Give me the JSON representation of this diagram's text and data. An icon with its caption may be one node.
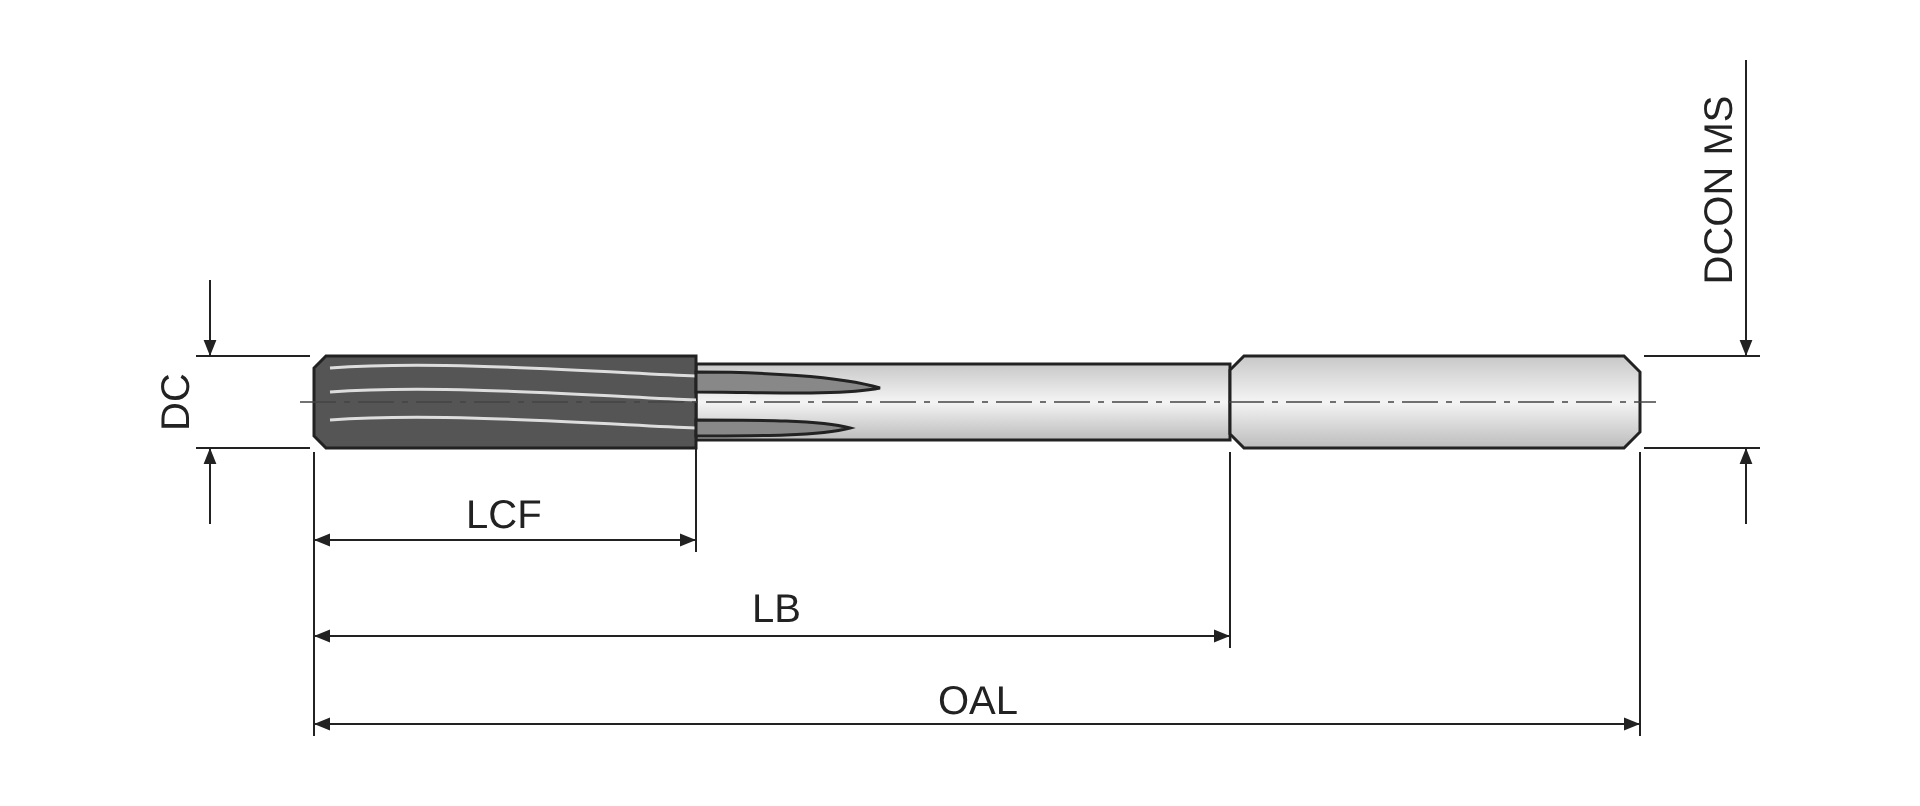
{
  "diagram": {
    "labels": [
      "DCON MS",
      "DC",
      "LCF",
      "LB",
      "OAL"
    ]
  }
}
